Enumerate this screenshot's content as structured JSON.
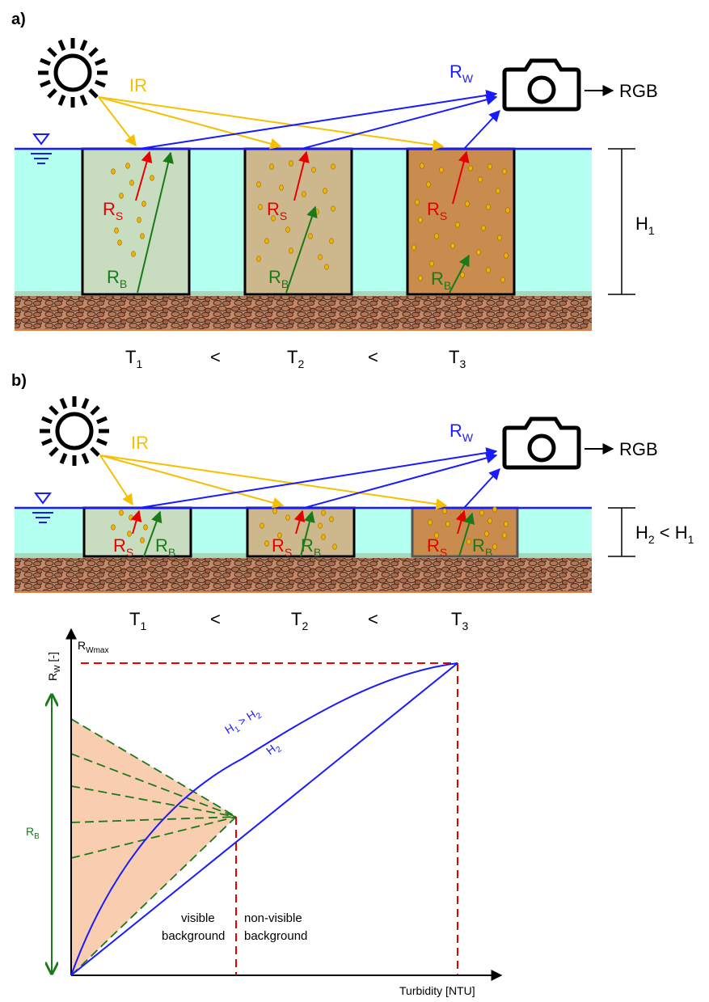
{
  "panels": {
    "a": {
      "label": "a)",
      "ir": "IR",
      "rw": {
        "main": "R",
        "sub": "W"
      },
      "camera_output": "RGB",
      "rs": {
        "main": "R",
        "sub": "S"
      },
      "rb": {
        "main": "R",
        "sub": "B"
      },
      "height": {
        "main": "H",
        "sub": "1",
        "rest": ""
      },
      "turbidity": [
        {
          "main": "T",
          "sub": "1"
        },
        {
          "main": "T",
          "sub": "2"
        },
        {
          "main": "T",
          "sub": "3"
        }
      ],
      "less_than": "<"
    },
    "b": {
      "label": "b)",
      "ir": "IR",
      "rw": {
        "main": "R",
        "sub": "W"
      },
      "camera_output": "RGB",
      "rs": {
        "main": "R",
        "sub": "S"
      },
      "rb": {
        "main": "R",
        "sub": "B"
      },
      "height": {
        "main": "H",
        "sub": "2",
        "rest": " < H",
        "sub2": "1"
      },
      "turbidity": [
        {
          "main": "T",
          "sub": "1"
        },
        {
          "main": "T",
          "sub": "2"
        },
        {
          "main": "T",
          "sub": "3"
        }
      ],
      "less_than": "<"
    }
  },
  "graph": {
    "y_axis_label": {
      "main": "R",
      "sub": "W",
      "rest": " [-]"
    },
    "x_axis_label": "Turbidity [NTU]",
    "rwmax": {
      "main": "R",
      "sub": "Wmax"
    },
    "rb_label": {
      "main": "R",
      "sub": "B"
    },
    "curve_h1": {
      "main": "H",
      "sub": "1",
      "rest": " > H",
      "sub2": "2"
    },
    "curve_h2": {
      "main": "H",
      "sub": "2"
    },
    "visible_text": [
      "visible",
      "background"
    ],
    "nonvisible_text": [
      "non-visible",
      "background"
    ]
  },
  "colors": {
    "water": "#b3fff0",
    "surface": "#1a1aff",
    "ir": "#f5c000",
    "rs": "#e60000",
    "rb": "#1a7a1a",
    "box1": "#c8dcbf",
    "box2": "#cdb88e",
    "box3": "#c98c4e",
    "bed": "#b07050",
    "shade": "#f9cdb0"
  }
}
